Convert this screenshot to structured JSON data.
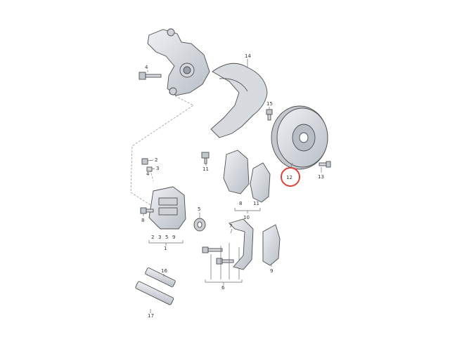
{
  "diagram": {
    "callouts": {
      "p1": "1",
      "p2": "2",
      "p3": "3",
      "p4": "4",
      "p5": "5",
      "p6": "6",
      "p7": "7",
      "p8": "8",
      "p9": "9",
      "p10": "10",
      "p11": "11",
      "p12": "12",
      "p13": "13",
      "p14": "14",
      "p15": "15",
      "p16": "16",
      "p17": "17"
    },
    "groups": {
      "caliper_group": [
        "2",
        "3",
        "5",
        "9"
      ],
      "pad_group": [
        "8",
        "11"
      ]
    },
    "colors": {
      "part_fill": "#d9dde2",
      "part_dark": "#a9afb7",
      "line": "#6b6b6b",
      "highlight_ring": "#e0403a"
    },
    "highlighted_part": "12"
  }
}
